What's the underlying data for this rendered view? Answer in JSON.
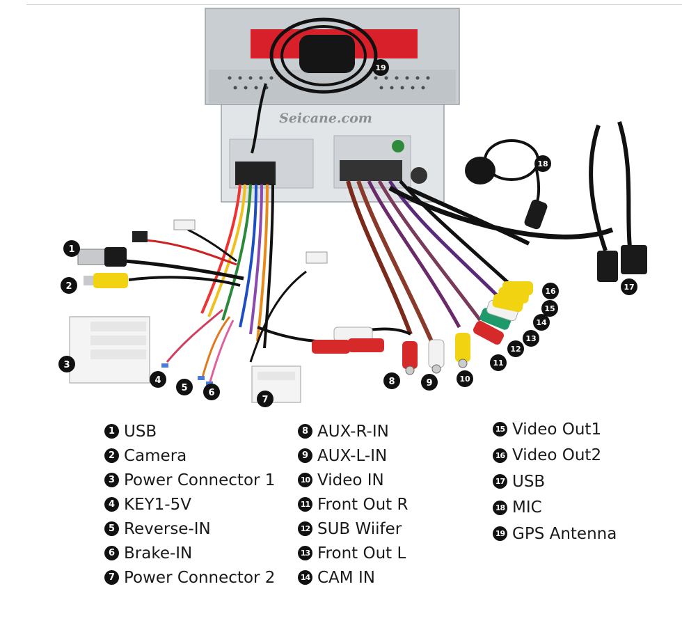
{
  "brand": "Seicane.com",
  "callouts": [
    {
      "n": "1",
      "label": "USB"
    },
    {
      "n": "2",
      "label": "Camera"
    },
    {
      "n": "3",
      "label": "Power Connector 1"
    },
    {
      "n": "4",
      "label": "KEY1-5V"
    },
    {
      "n": "5",
      "label": "Reverse-IN"
    },
    {
      "n": "6",
      "label": "Brake-IN"
    },
    {
      "n": "7",
      "label": "Power Connector 2"
    },
    {
      "n": "8",
      "label": "AUX-R-IN"
    },
    {
      "n": "9",
      "label": "AUX-L-IN"
    },
    {
      "n": "10",
      "label": "Video IN"
    },
    {
      "n": "11",
      "label": "Front Out R"
    },
    {
      "n": "12",
      "label": "SUB Wiifer"
    },
    {
      "n": "13",
      "label": "Front Out L"
    },
    {
      "n": "14",
      "label": "CAM IN"
    },
    {
      "n": "15",
      "label": "Video Out1"
    },
    {
      "n": "16",
      "label": "Video Out2"
    },
    {
      "n": "17",
      "label": "USB"
    },
    {
      "n": "18",
      "label": "MIC"
    },
    {
      "n": "19",
      "label": "GPS Antenna"
    }
  ],
  "colors": {
    "rca_red": "#d62a2a",
    "rca_white": "#f2f2f2",
    "rca_yellow": "#f2d312",
    "rca_green": "#1e9a6a",
    "cable_black": "#1a1a1a",
    "chassis": "#d9dde1",
    "connector": "#f4f4f4"
  }
}
